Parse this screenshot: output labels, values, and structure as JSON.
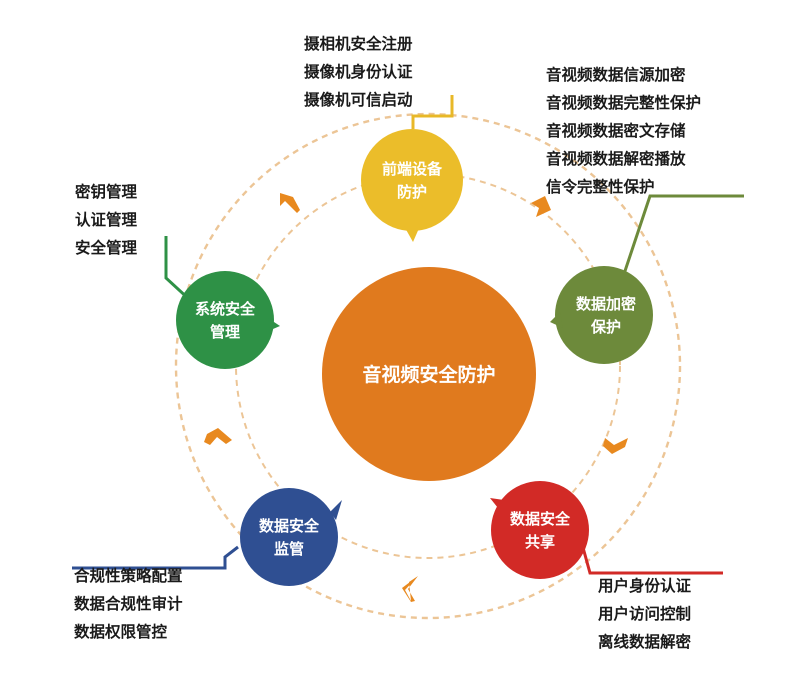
{
  "center": {
    "label": "音视频安全防护"
  },
  "nodes": {
    "front": {
      "line1": "前端设备",
      "line2": "防护",
      "color": "#ebbd2a"
    },
    "encrypt": {
      "line1": "数据加密",
      "line2": "保护",
      "color": "#6d8a3b"
    },
    "share": {
      "line1": "数据安全",
      "line2": "共享",
      "color": "#d22a26"
    },
    "supervise": {
      "line1": "数据安全",
      "line2": "监管",
      "color": "#2f4f92"
    },
    "system": {
      "line1": "系统安全",
      "line2": "管理",
      "color": "#2e9146"
    }
  },
  "colors": {
    "center": "#e07a1e",
    "ring": "#ecc596",
    "chevron": "#e8891f"
  },
  "descriptions": {
    "front": [
      "摄相机安全注册",
      "摄像机身份认证",
      "摄像机可信启动"
    ],
    "encrypt": [
      "音视频数据信源加密",
      "音视频数据完整性保护",
      "音视频数据密文存储",
      "音视频数据解密播放",
      "信令完整性保护"
    ],
    "system": [
      "密钥管理",
      "认证管理",
      "安全管理"
    ],
    "supervise": [
      "合规性策略配置",
      "数据合规性审计",
      "数据权限管控"
    ],
    "share": [
      "用户身份认证",
      "用户访问控制",
      "离线数据解密"
    ]
  }
}
